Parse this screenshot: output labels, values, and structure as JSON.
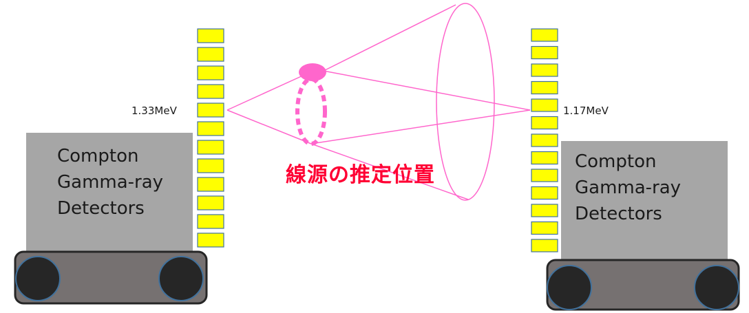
{
  "left_unit": {
    "detector_label": [
      "Compton",
      "Gamma-ray",
      "Detectors"
    ],
    "energy": "1.33MeV"
  },
  "right_unit": {
    "detector_label": [
      "Compton",
      "Gamma-ray",
      "Detectors"
    ],
    "energy": "1.17MeV"
  },
  "source_label": "線源の推定位置",
  "colors": {
    "detector_body": "#a6a6a6",
    "pixel_fill": "#ffff00",
    "pixel_border": "#41719c",
    "cone_line": "#ff66cc",
    "source_marker": "#ff66cc",
    "source_label": "#ff0033",
    "vehicle_body": "#767171",
    "wheel": "#262626"
  },
  "icons": [
    "left-vehicle-wheel-icon",
    "right-vehicle-wheel-icon",
    "source-marker-icon"
  ]
}
